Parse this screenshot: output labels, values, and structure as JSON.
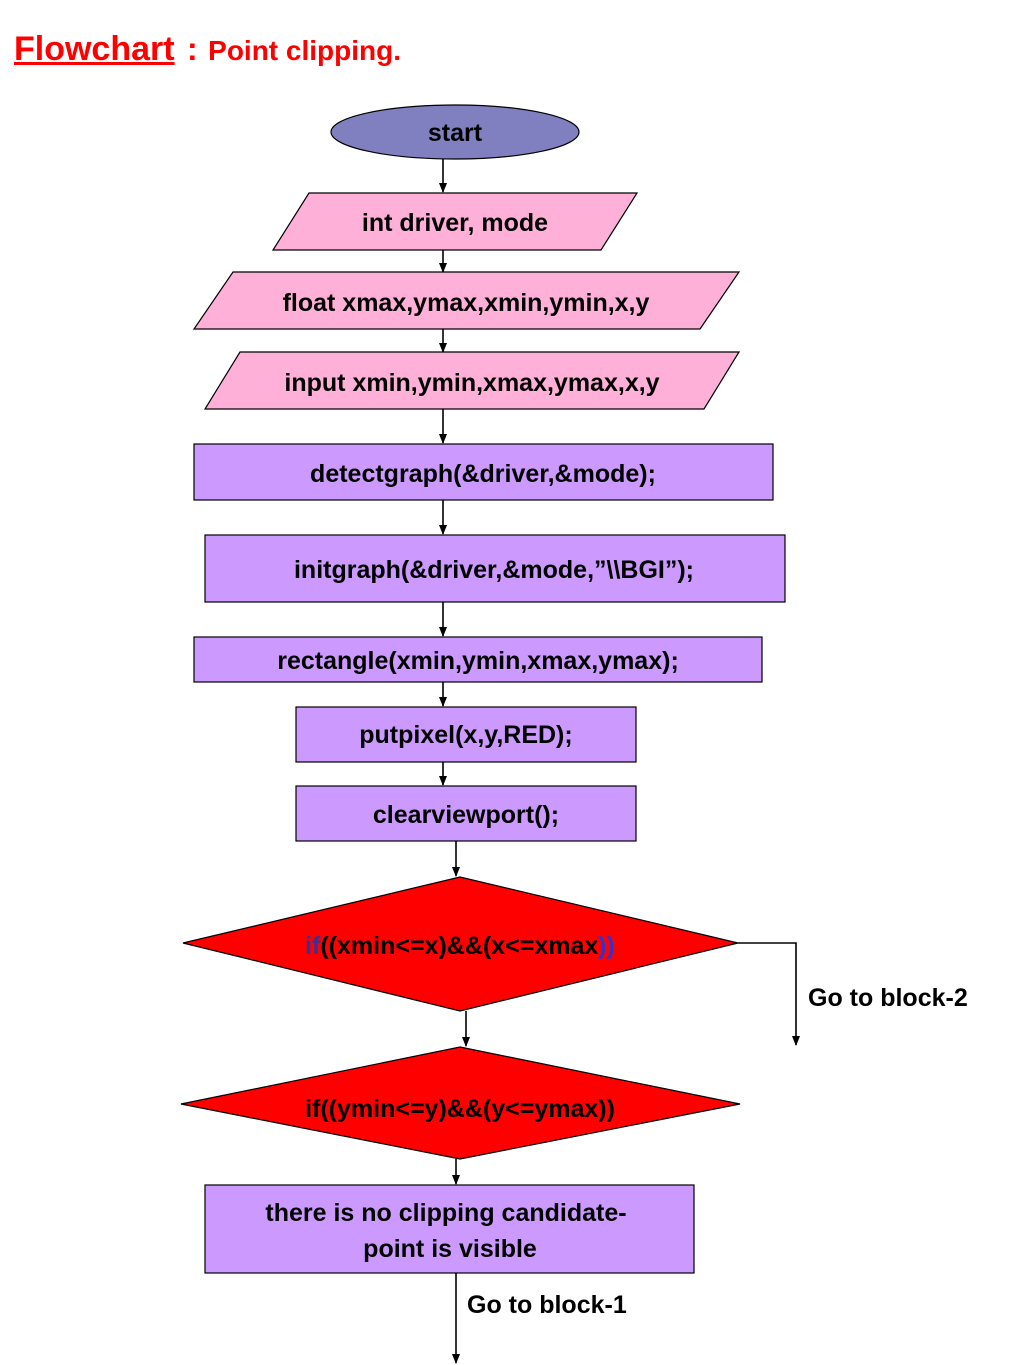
{
  "title": {
    "main": "Flowchart",
    "separator": ":",
    "subtitle": "Point clipping."
  },
  "colors": {
    "title": "#ff0000",
    "terminal_fill": "#8080c0",
    "io_fill": "#ffb0d8",
    "process_fill": "#cc99ff",
    "decision_fill": "#ff0000",
    "keyword_blue": "#333399",
    "paren_blue": "#3333cc"
  },
  "nodes": {
    "start": {
      "type": "terminal",
      "label": "start"
    },
    "declare_int": {
      "type": "io",
      "label": "int driver, mode"
    },
    "declare_float": {
      "type": "io",
      "label": "float xmax,ymax,xmin,ymin,x,y"
    },
    "input_values": {
      "type": "io",
      "label": "input xmin,ymin,xmax,ymax,x,y"
    },
    "detectgraph": {
      "type": "process",
      "label": "detectgraph(&driver,&mode);"
    },
    "initgraph": {
      "type": "process",
      "label": "initgraph(&driver,&mode,”\\\\BGI”);"
    },
    "rectangle": {
      "type": "process",
      "label": "rectangle(xmin,ymin,xmax,ymax);"
    },
    "putpixel": {
      "type": "process",
      "label": "putpixel(x,y,RED);"
    },
    "clearviewport": {
      "type": "process",
      "label": "clearviewport();"
    },
    "decision_x": {
      "type": "decision",
      "label_keyword": "if",
      "label_body": "((xmin<=x)&&(x<=xmax",
      "label_close": "))"
    },
    "decision_y": {
      "type": "decision",
      "label": "if((ymin<=y)&&(y<=ymax))"
    },
    "visible": {
      "type": "process",
      "label_line1": "there is no clipping candidate-",
      "label_line2": "point is visible"
    }
  },
  "annotations": {
    "goto_block2": "Go to block-2",
    "goto_block1": "Go to block-1"
  }
}
